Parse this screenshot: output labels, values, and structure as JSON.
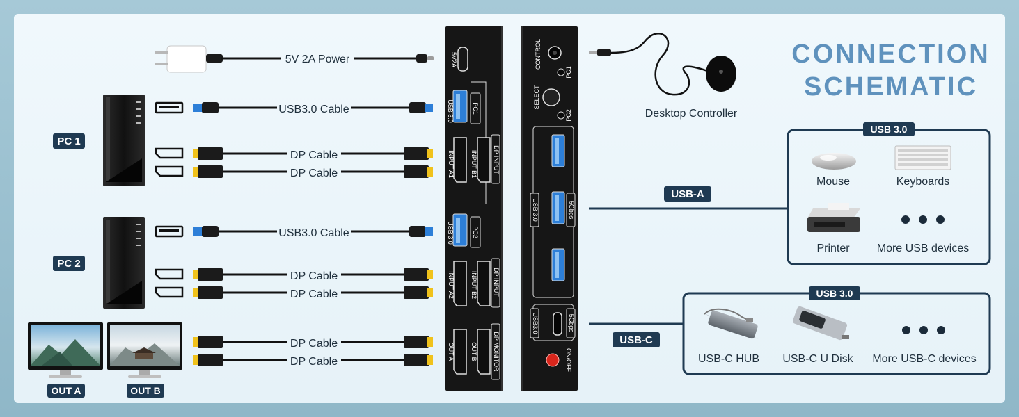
{
  "title": {
    "line1": "CONNECTION",
    "line2": "SCHEMATIC"
  },
  "computers": [
    {
      "label": "PC 1"
    },
    {
      "label": "PC 2"
    }
  ],
  "monitors": [
    {
      "label": "OUT A"
    },
    {
      "label": "OUT B"
    }
  ],
  "cables": {
    "power": "5V 2A Power",
    "pc1_usb": "USB3.0 Cable",
    "pc1_dp1": "DP Cable",
    "pc1_dp2": "DP Cable",
    "pc2_usb": "USB3.0 Cable",
    "pc2_dp1": "DP Cable",
    "pc2_dp2": "DP Cable",
    "out_dp1": "DP Cable",
    "out_dp2": "DP Cable"
  },
  "rear_panel": {
    "power_port": "5V2A",
    "pc1_group": "PC1",
    "pc1_usb": "USB 3.0",
    "dp_input": "DP INPUT",
    "input_a1": "INPUT A1",
    "input_b1": "INPUT B1",
    "pc2_group": "PC2",
    "pc2_usb": "USB 3.0",
    "input_a2": "INPUT A2",
    "input_b2": "INPUT B2",
    "dp_monitor": "DP MONITOR",
    "out_a": "OUT A",
    "out_b": "OUT B"
  },
  "front_panel": {
    "control": "CONTROL",
    "select": "SELECT",
    "pc1": "PC1",
    "pc2": "PC2",
    "usb30": "USB 3.0",
    "speed": "5Gbps",
    "usbc_usb30": "USB3.0",
    "usbc_speed": "5Gbps",
    "onoff": "ON/OFF"
  },
  "controller": {
    "label": "Desktop Controller"
  },
  "usb_a": {
    "connector_label": "USB-A",
    "box_badge": "USB 3.0",
    "devices": [
      "Mouse",
      "Keyboards",
      "Printer",
      "More USB devices"
    ]
  },
  "usb_c": {
    "connector_label": "USB-C",
    "box_badge": "USB 3.0",
    "devices": [
      "USB-C HUB",
      "USB-C U Disk",
      "More USB-C devices"
    ]
  },
  "colors": {
    "badge": "#1f3a52",
    "title": "#5f92bd",
    "device_body": "#161616",
    "dp_connector": "#f0c21b",
    "usb_blue": "#2d7fd8",
    "power_button": "#d9261c"
  }
}
